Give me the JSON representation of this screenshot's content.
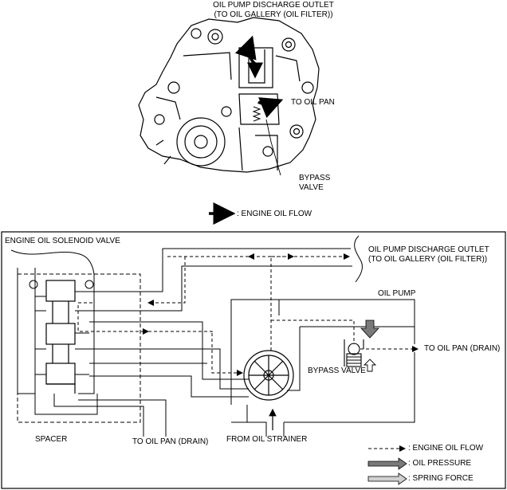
{
  "top": {
    "discharge_outlet_line1": "OIL PUMP DISCHARGE OUTLET",
    "discharge_outlet_line2": "(TO OIL GALLERY (OIL FILTER))",
    "to_oil_pan": "TO OIL PAN",
    "bypass_line1": "BYPASS",
    "bypass_line2": "VALVE"
  },
  "legend_top": {
    "engine_oil_flow": ": ENGINE OIL FLOW"
  },
  "schematic": {
    "solenoid_valve": "ENGINE OIL SOLENOID VALVE",
    "discharge_outlet_line1": "OIL PUMP DISCHARGE OUTLET",
    "discharge_outlet_line2": "(TO OIL GALLERY (OIL FILTER))",
    "oil_pump": "OIL PUMP",
    "to_oil_pan_drain_right": "TO OIL PAN (DRAIN)",
    "bypass_valve": "BYPASS VALVE",
    "spacer": "SPACER",
    "to_oil_pan_drain_bottom": "TO OIL PAN (DRAIN)",
    "from_oil_strainer": "FROM OIL STRAINER"
  },
  "legend_bottom": {
    "engine_oil_flow": ": ENGINE OIL FLOW",
    "oil_pressure": ": OIL PRESSURE",
    "spring_force": ": SPRING FORCE"
  },
  "colors": {
    "line": "#000000",
    "pressure_arrow": "#7a7a7a",
    "spring_arrow": "#d0d0d0"
  }
}
